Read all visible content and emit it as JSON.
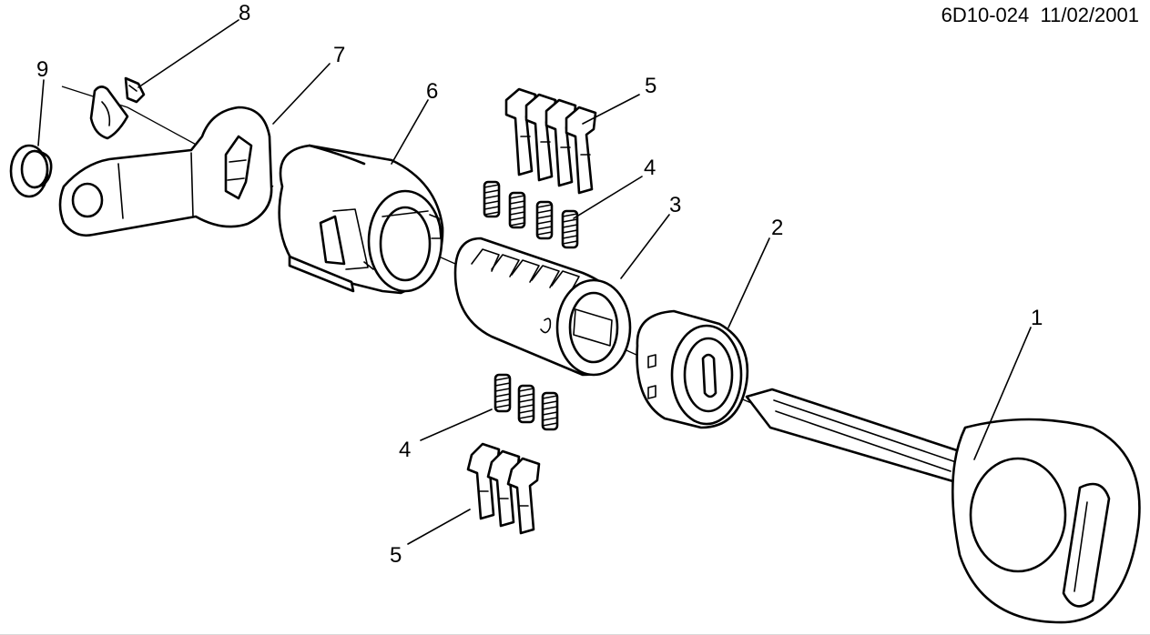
{
  "header": {
    "figure_id": "6D10-024",
    "date": "11/02/2001"
  },
  "callouts": [
    {
      "id": "key",
      "label": "1"
    },
    {
      "id": "bezel",
      "label": "2"
    },
    {
      "id": "cylinder",
      "label": "3"
    },
    {
      "id": "springs-upper",
      "label": "4"
    },
    {
      "id": "springs-lower",
      "label": "4"
    },
    {
      "id": "tumblers-upper",
      "label": "5"
    },
    {
      "id": "tumblers-lower",
      "label": "5"
    },
    {
      "id": "housing",
      "label": "6"
    },
    {
      "id": "lever",
      "label": "7"
    },
    {
      "id": "retainer-clip",
      "label": "8"
    },
    {
      "id": "rivet",
      "label": "9"
    }
  ]
}
